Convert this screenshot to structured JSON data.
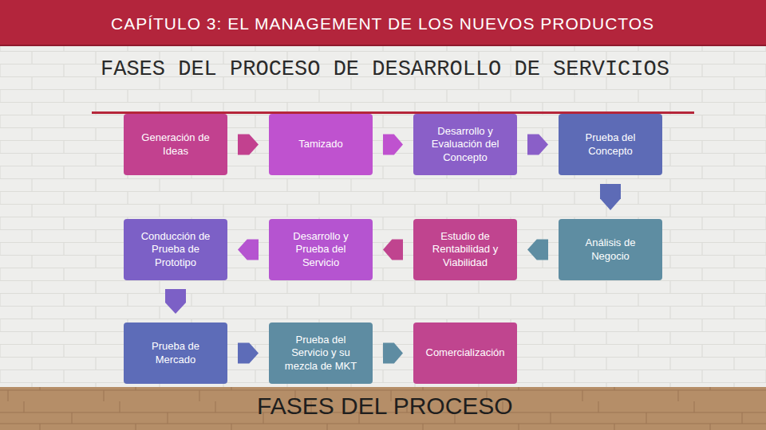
{
  "diagram": {
    "title": "FASES DEL PROCESO DE DESARROLLO DE SERVICIOS",
    "caption": "FASES DEL PROCESO",
    "nodes": [
      {
        "text": [
          "Generación de Ideas"
        ]
      },
      {
        "text": [
          "Tamizado"
        ]
      },
      {
        "text": [
          "Desarrollo y Evaluación del Concepto"
        ]
      },
      {
        "text": [
          "Prueba del Concepto"
        ]
      },
      {
        "text": [
          "Conducción de Prueba de Prototipo"
        ]
      },
      {
        "text": [
          "Desarrollo y Prueba del Servicio"
        ]
      },
      {
        "text": [
          "Estudio de Rentabilidad y Viabilidad"
        ]
      },
      {
        "text": [
          "Análisis de Negocio"
        ]
      },
      {
        "text": [
          "Prueba de Mercado"
        ]
      },
      {
        "text": [
          "Prueba del Servicio y su mezcla de MKT"
        ]
      },
      {
        "text": [
          "Comercialización"
        ]
      }
    ],
    "edges": [
      {
        "from": 0,
        "to": 1,
        "arrow": "to"
      },
      {
        "from": 1,
        "to": 2,
        "arrow": "to"
      },
      {
        "from": 2,
        "to": 3,
        "arrow": "to"
      },
      {
        "from": 3,
        "to": 7,
        "arrow": "to"
      },
      {
        "from": 7,
        "to": 6,
        "arrow": "to"
      },
      {
        "from": 6,
        "to": 5,
        "arrow": "to"
      },
      {
        "from": 5,
        "to": 4,
        "arrow": "to"
      },
      {
        "from": 4,
        "to": 8,
        "arrow": "to"
      },
      {
        "from": 8,
        "to": 9,
        "arrow": "to"
      },
      {
        "from": 9,
        "to": 10,
        "arrow": "to"
      }
    ],
    "labels": [
      "CAPÍTULO 3: EL MANAGEMENT DE LOS NUEVOS PRODUCTOS"
    ]
  }
}
